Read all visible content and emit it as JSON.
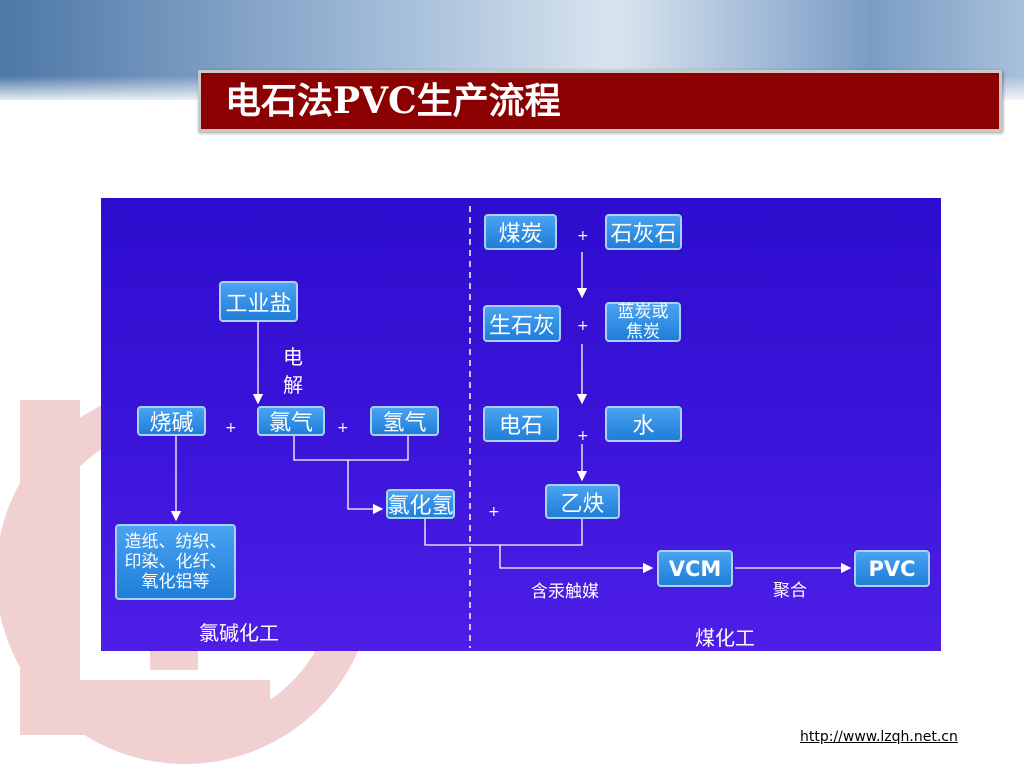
{
  "slide": {
    "title": "电石法PVC生产流程",
    "footer_link": "http://www.lzqh.net.cn"
  },
  "diagram": {
    "nodes": {
      "gongyeyan": "工业盐",
      "shaojian": "烧碱",
      "lvqi": "氯气",
      "qingqi": "氢气",
      "lvhuaqing": "氯化氢",
      "products": "造纸、纺织、印染、化纤、氧化铝等",
      "meitan": "煤炭",
      "shihuishi": "石灰石",
      "shengshihui": "生石灰",
      "lantan": "蓝炭或焦炭",
      "dianshi": "电石",
      "shui": "水",
      "yique": "乙炔",
      "vcm": "VCM",
      "pvc": "PVC"
    },
    "labels": {
      "electrolysis": "电解",
      "catalyst": "含汞触媒",
      "polymerization": "聚合",
      "plus": "+",
      "section_left": "氯碱化工",
      "section_right": "煤化工"
    }
  }
}
